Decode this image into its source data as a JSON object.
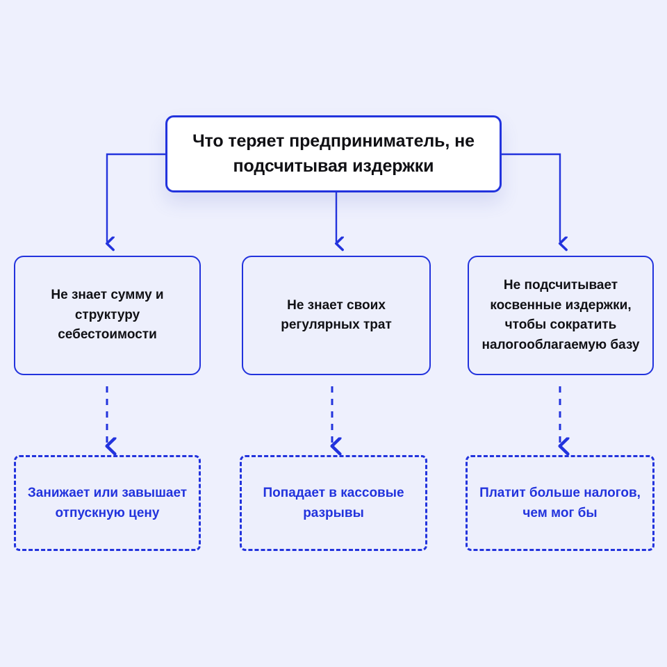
{
  "page": {
    "background_color": "#eef0fd",
    "accent_color": "#2233dd",
    "text_color": "#101014"
  },
  "diagram": {
    "root": {
      "text": "Что теряет предприниматель, не подсчитывая издержки",
      "line1": "Что теряет предприниматель,",
      "line2": "не подсчитывая издержки"
    },
    "causes": [
      {
        "text": "Не знает сумму и структуру себестоимости"
      },
      {
        "text": "Не знает своих регулярных трат"
      },
      {
        "text": "Не подсчитывает косвенные издержки, чтобы сократить налогооблагаемую базу"
      }
    ],
    "effects": [
      {
        "text": "Занижает или завышает отпускную цену"
      },
      {
        "text": "Попадает в кассовые разрывы"
      },
      {
        "text": "Платит больше налогов, чем мог бы"
      }
    ]
  }
}
